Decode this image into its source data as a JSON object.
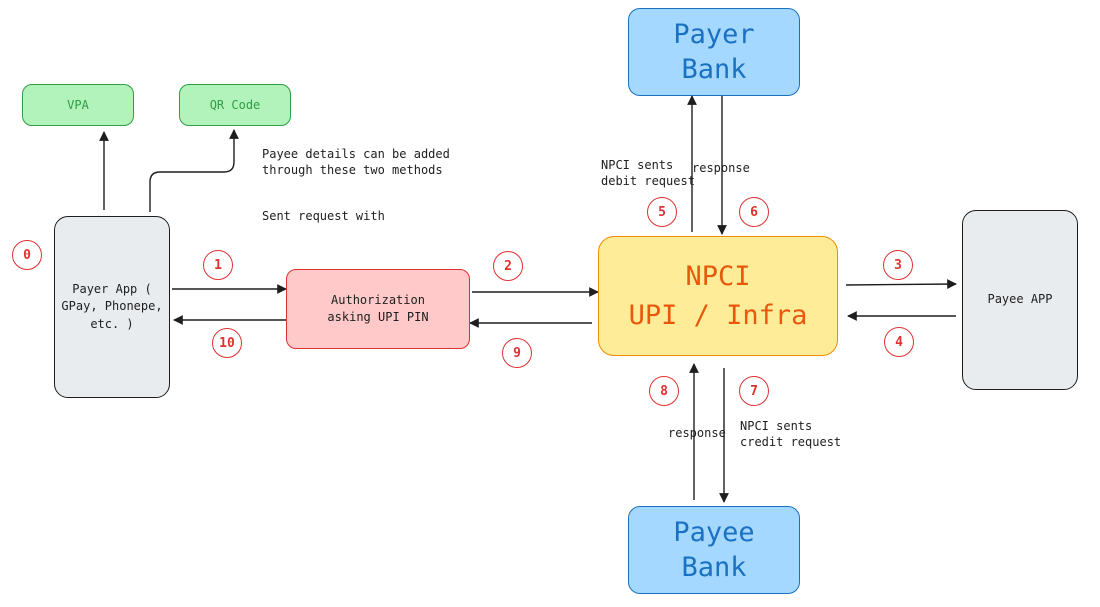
{
  "nodes": {
    "payer_app": "Payer App (\nGPay, Phonepe,\netc. )",
    "vpa": "VPA",
    "qr_code": "QR Code",
    "authorization": "Authorization\nasking UPI PIN",
    "npci": "NPCI\nUPI / Infra",
    "payer_bank": "Payer\nBank",
    "payee_bank": "Payee\nBank",
    "payee_app": "Payee APP"
  },
  "notes": {
    "payee_details": "Payee details can be added\nthrough these two methods",
    "sent_request": "Sent request with",
    "debit_request": "NPCI sents\ndebit request",
    "response_top": "response",
    "response_bottom": "response",
    "credit_request": "NPCI sents\ncredit request"
  },
  "steps": [
    "0",
    "1",
    "2",
    "3",
    "4",
    "5",
    "6",
    "7",
    "8",
    "9",
    "10"
  ],
  "colors": {
    "stroke": "#1e1e1e",
    "step_red": "#e03131",
    "green_fill": "#b2f2bb",
    "green_stroke": "#2f9e44",
    "red_fill": "#ffc9c9",
    "blue_fill": "#a5d8ff",
    "blue_stroke": "#1971c2",
    "yellow_fill": "#ffec99",
    "yellow_stroke": "#f08c00",
    "npci_text": "#e8590c",
    "gray_fill": "#e9ecef"
  }
}
